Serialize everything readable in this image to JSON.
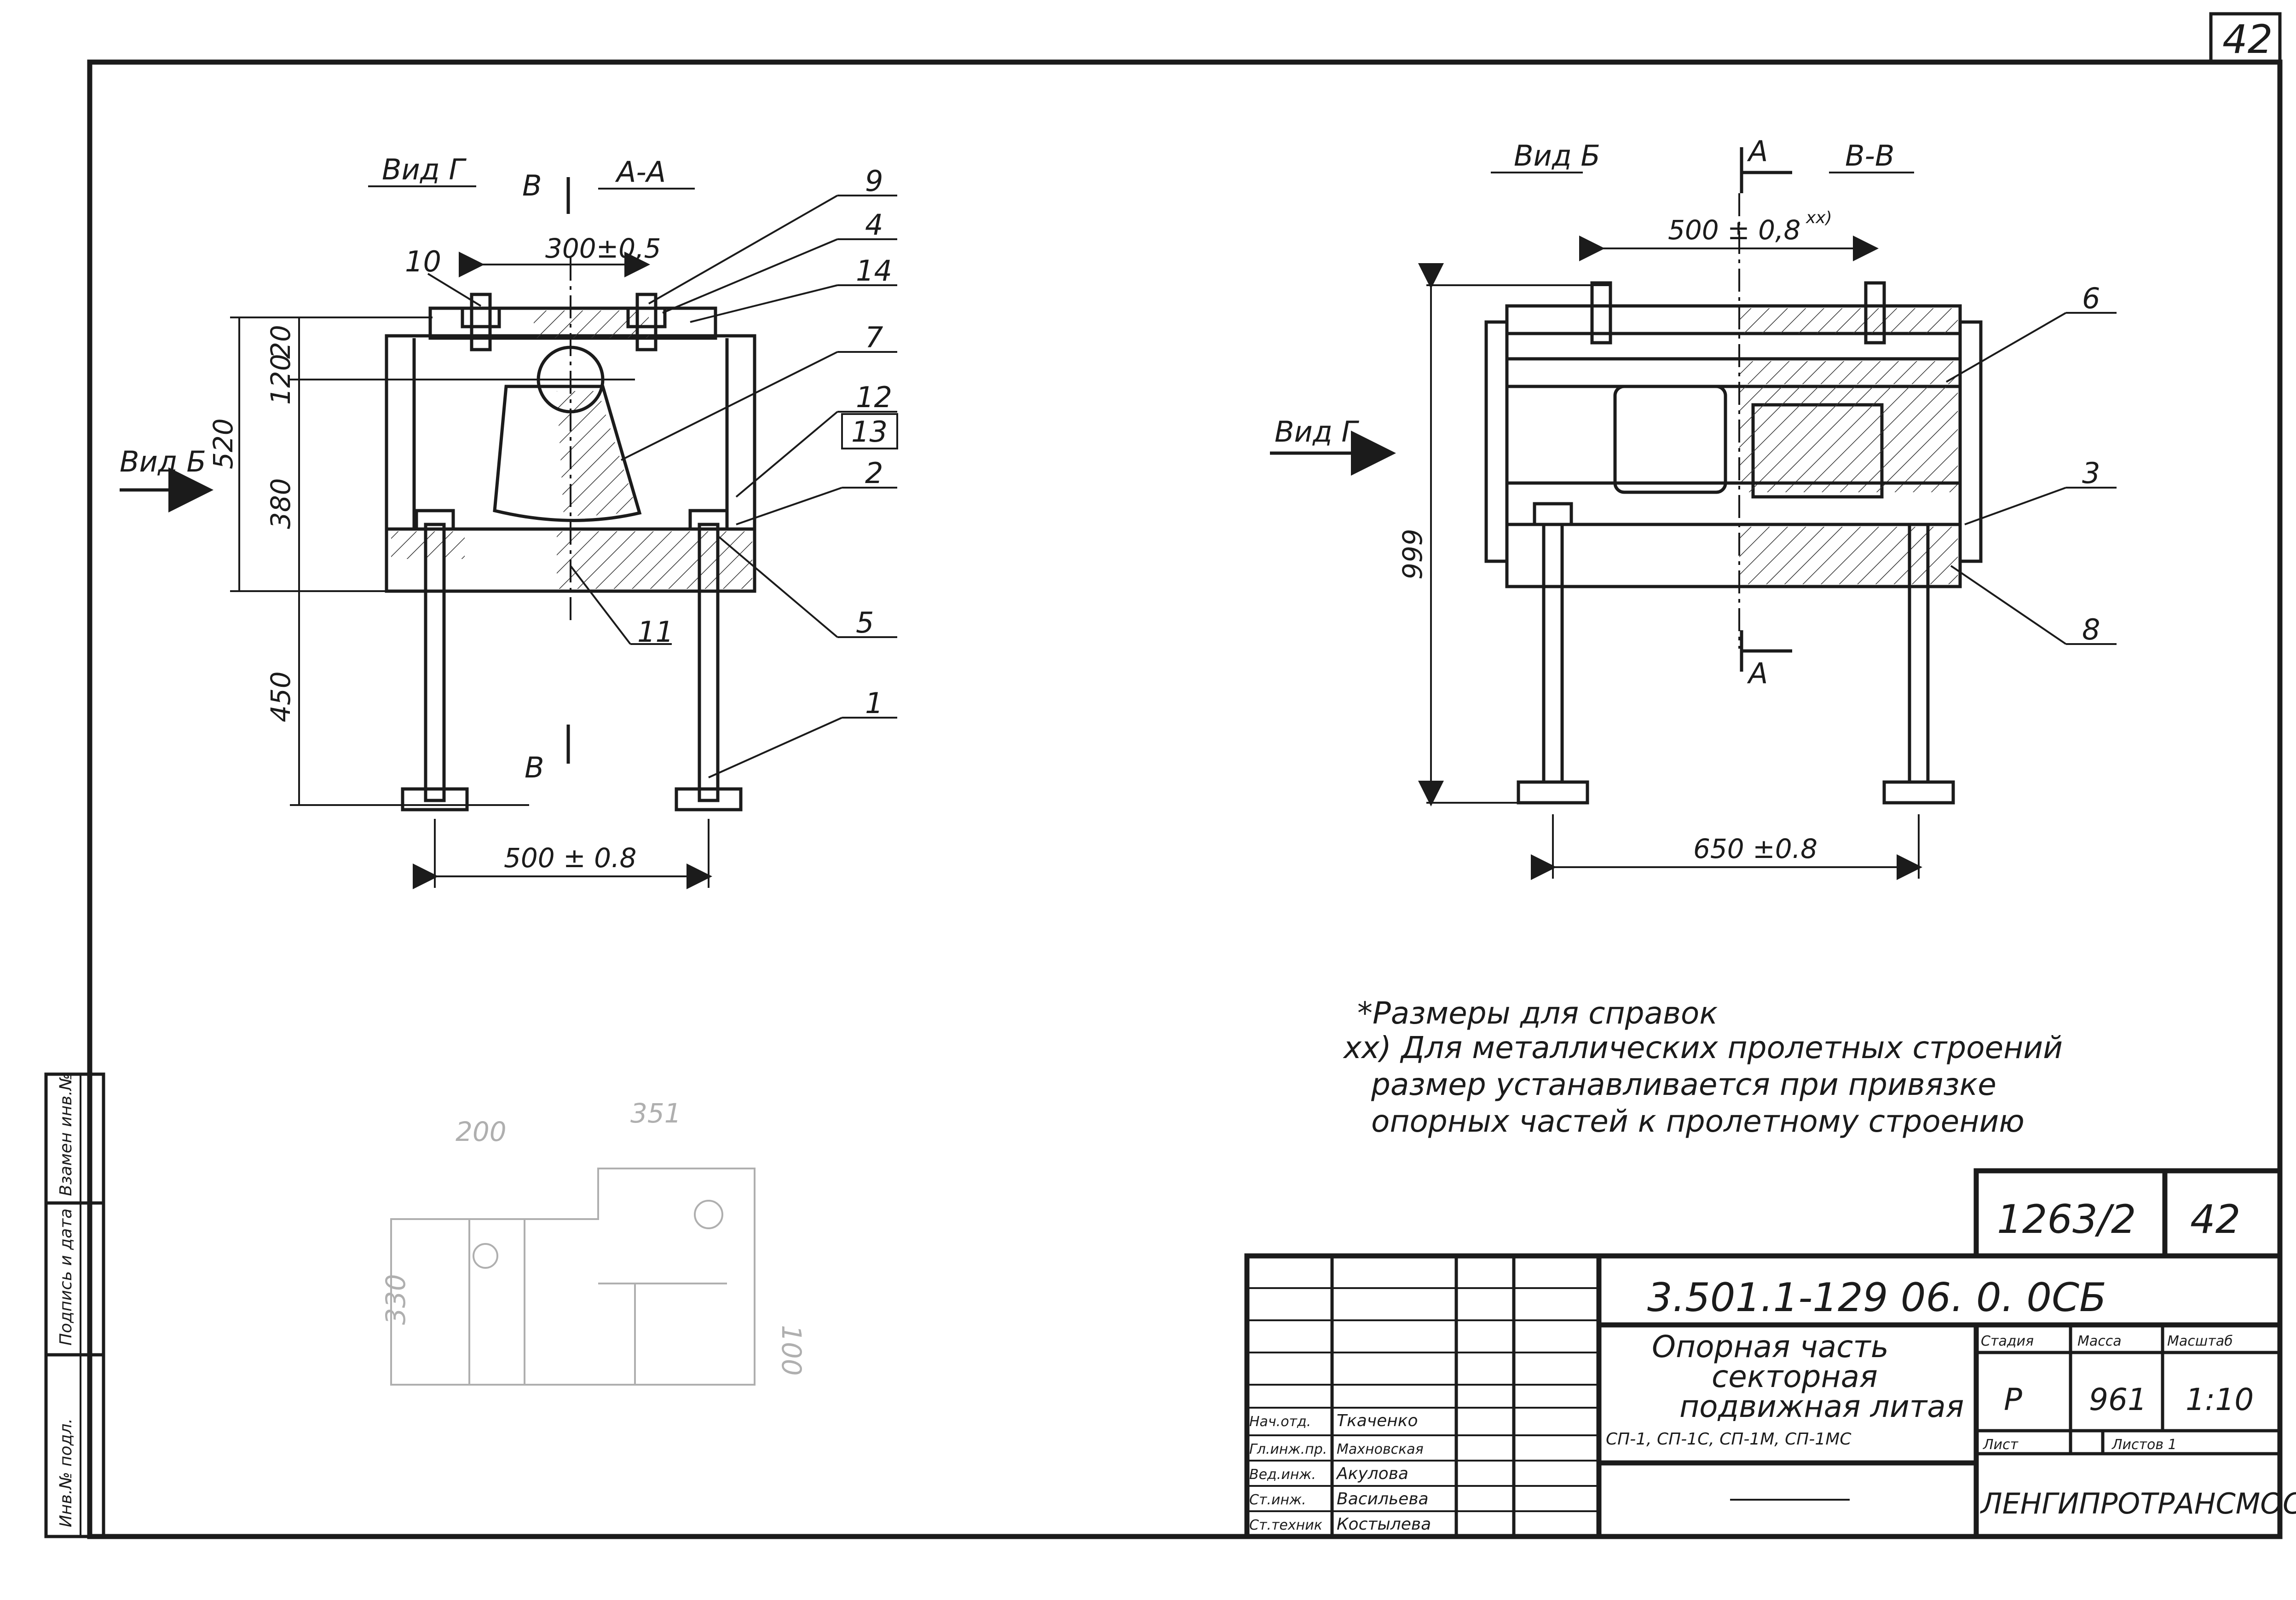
{
  "sheet": {
    "page_number_top": "42",
    "side_stamp": [
      "Инв.№ подл.",
      "Подпись и дата",
      "Взамен инв.№"
    ]
  },
  "left_view": {
    "view_g": "Вид Г",
    "section_label": "А-А",
    "cut_letter": "В",
    "view_b": "Вид Б",
    "dims": [
      "300±0,5",
      "20",
      "120",
      "520",
      "380",
      "450",
      "500 ± 0.8"
    ],
    "callouts": [
      "10",
      "9",
      "4",
      "14",
      "7",
      "12",
      "13",
      "2",
      "11",
      "5",
      "1"
    ]
  },
  "right_view": {
    "view_b": "Вид Б",
    "section_letter": "А",
    "section_label": "В-В",
    "view_g": "Вид Г",
    "dims": [
      "500 ± 0,8",
      "xx)",
      "999",
      "650 ±0.8"
    ],
    "callouts": [
      "6",
      "3",
      "8"
    ]
  },
  "notes": {
    "line1": "*Размеры для справок",
    "line2": "xx) Для металлических пролетных строений",
    "line3": "размер устанавливается при привязке",
    "line4": "опорных частей к пролетному строению"
  },
  "sketch": {
    "dims": [
      "200",
      "351",
      "330",
      "100"
    ]
  },
  "title_block": {
    "album": "1263/2",
    "sheet_no": "42",
    "code": "3.501.1-129 06. 0. 0СБ",
    "title": [
      "Опорная часть",
      "секторная",
      "подвижная литая",
      "СП-1, СП-1С, СП-1М, СП-1МС"
    ],
    "headers": {
      "stage": "Стадия",
      "mass": "Масса",
      "scale": "Масштаб"
    },
    "values": {
      "stage": "Р",
      "mass": "961",
      "scale": "1:10"
    },
    "sheet_label": "Лист",
    "sheets_label": "Листов 1",
    "org": "ЛЕНГИПРОТРАНСМОСТ",
    "staff": [
      {
        "role": "Нач.отд.",
        "name": "Ткаченко"
      },
      {
        "role": "Гл.инж.пр.",
        "name": "Махновская"
      },
      {
        "role": "Вед.инж.",
        "name": "Акулова"
      },
      {
        "role": "Ст.инж.",
        "name": "Васильева"
      },
      {
        "role": "Ст.техник",
        "name": "Костылева"
      }
    ]
  }
}
